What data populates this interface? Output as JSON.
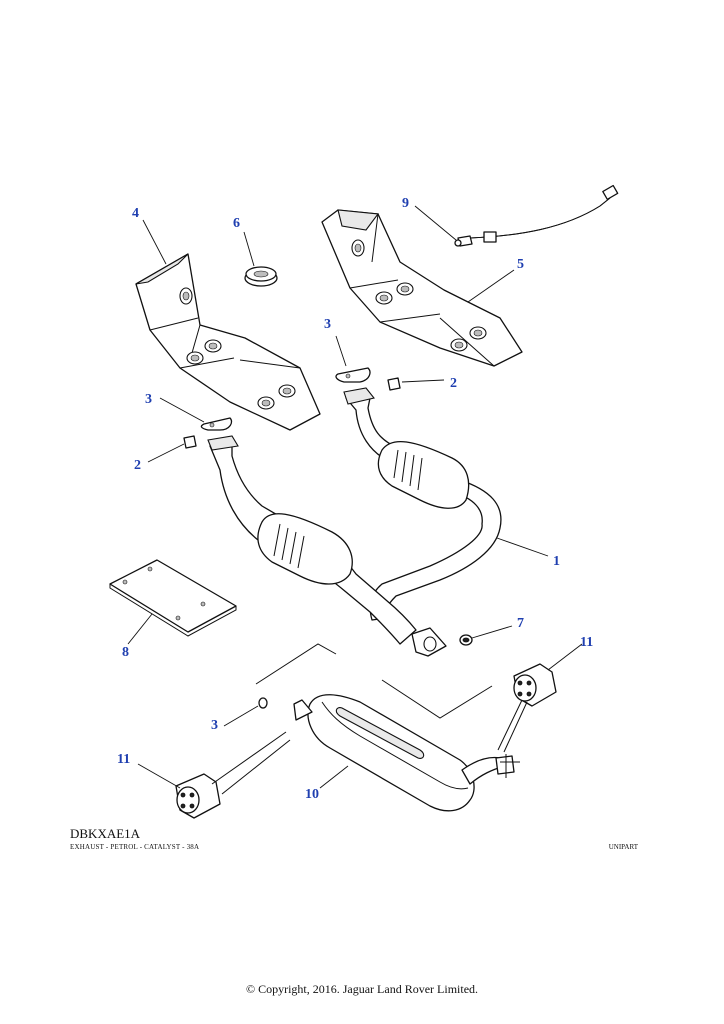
{
  "diagram": {
    "callouts": [
      "1",
      "2",
      "2",
      "3",
      "3",
      "3",
      "4",
      "5",
      "6",
      "7",
      "8",
      "9",
      "10",
      "11",
      "11"
    ]
  },
  "footer": {
    "code": "DBKXAE1A",
    "subtitle": "EXHAUST - PETROL - CATALYST - 38A",
    "brand": "UNIPART",
    "copyright": "© Copyright, 2016. Jaguar Land Rover Limited."
  }
}
